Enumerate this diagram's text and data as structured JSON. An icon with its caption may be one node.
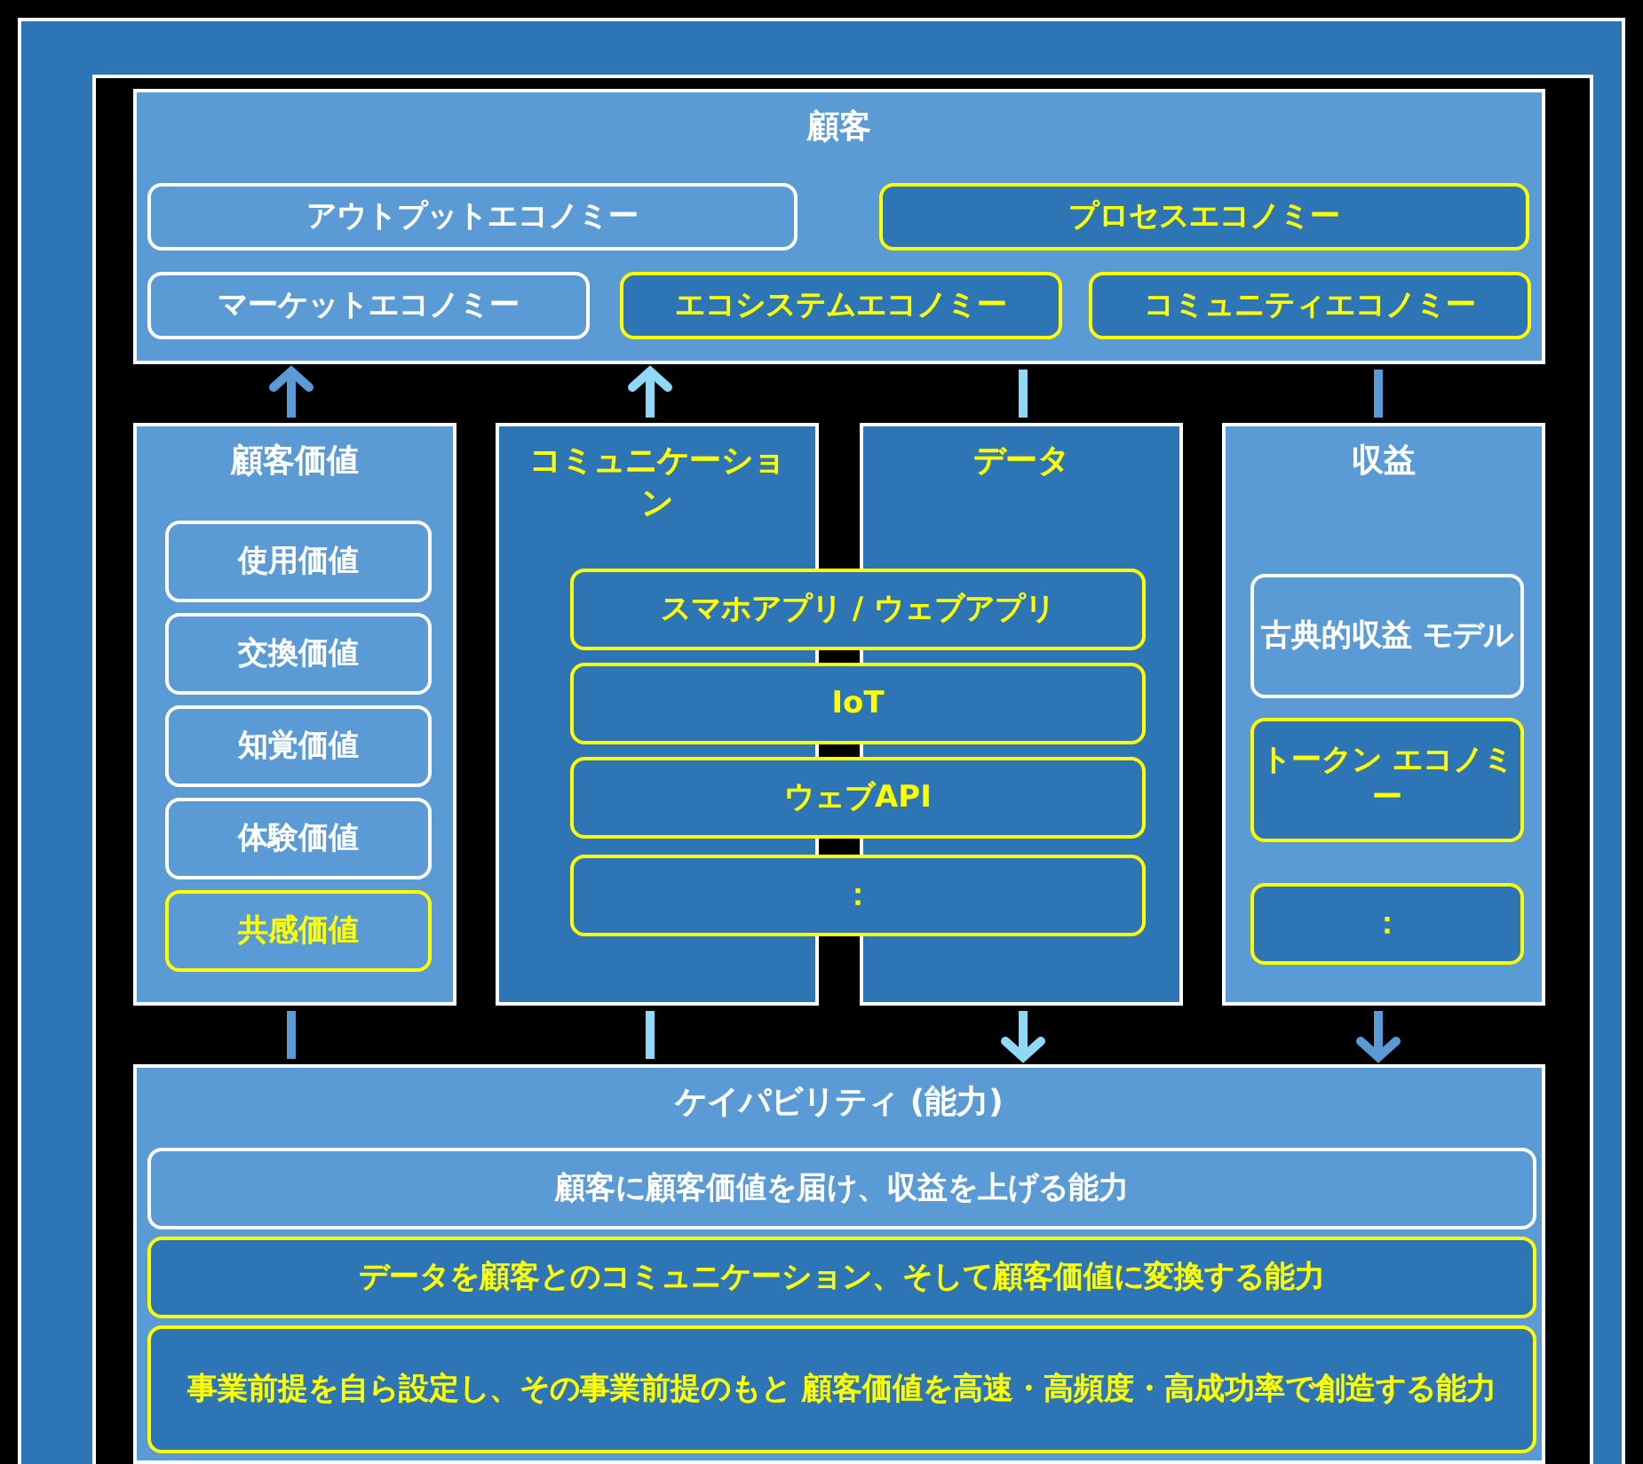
{
  "diagram": {
    "nodes": [
      {
        "text": [
          "顧客"
        ]
      },
      {
        "text": [
          "アウトプットエコノミー"
        ],
        "in": 0
      },
      {
        "text": [
          "プロセスエコノミー"
        ],
        "in": 0
      },
      {
        "text": [
          "マーケットエコノミー"
        ],
        "in": 0
      },
      {
        "text": [
          "エコシステムエコノミー"
        ],
        "in": 0
      },
      {
        "text": [
          "コミュニティエコノミー"
        ],
        "in": 0
      },
      {
        "text": [
          "顧客価値"
        ]
      },
      {
        "text": [
          "使用価値"
        ],
        "in": 6
      },
      {
        "text": [
          "交換価値"
        ],
        "in": 6
      },
      {
        "text": [
          "知覚価値"
        ],
        "in": 6
      },
      {
        "text": [
          "体験価値"
        ],
        "in": 6
      },
      {
        "text": [
          "共感価値"
        ],
        "in": 6
      },
      {
        "text": [
          "コミュニケーション"
        ]
      },
      {
        "text": [
          "データ"
        ]
      },
      {
        "text": [
          "スマホアプリ / ウェブアプリ"
        ]
      },
      {
        "text": [
          "IoT"
        ]
      },
      {
        "text": [
          "ウェブAPI"
        ]
      },
      {
        "text": [
          "："
        ]
      },
      {
        "text": [
          "収益"
        ]
      },
      {
        "text": [
          "古典的収益 モデル"
        ],
        "in": 18
      },
      {
        "text": [
          "トークン エコノミー"
        ],
        "in": 18
      },
      {
        "text": [
          "："
        ],
        "in": 18
      },
      {
        "text": [
          "ケイパビリティ (能力)"
        ]
      },
      {
        "text": [
          "顧客に顧客価値を届け、収益を上げる能力"
        ],
        "in": 22
      },
      {
        "text": [
          "データを顧客とのコミュニケーション、そして顧客価値に変換する能力"
        ],
        "in": 22
      },
      {
        "text": [
          "事業前提を自ら設定し、その事業前提のもと 顧客価値を高速・高頻度・高成功率で創造する能力"
        ],
        "in": 22
      }
    ],
    "edges": [
      {
        "from": 6,
        "to": 0,
        "arrow": "to"
      },
      {
        "from": 12,
        "to": 0,
        "arrow": "to",
        "color": "#8fd8f8"
      },
      {
        "from": 0,
        "to": 13,
        "arrow": "none",
        "color": "#8fd8f8"
      },
      {
        "from": 0,
        "to": 18,
        "arrow": "none"
      },
      {
        "from": 22,
        "to": 6,
        "arrow": "none"
      },
      {
        "from": 22,
        "to": 12,
        "arrow": "none",
        "color": "#8fd8f8"
      },
      {
        "from": 13,
        "to": 22,
        "arrow": "to",
        "color": "#8fd8f8"
      },
      {
        "from": 18,
        "to": 22,
        "arrow": "to"
      }
    ]
  }
}
